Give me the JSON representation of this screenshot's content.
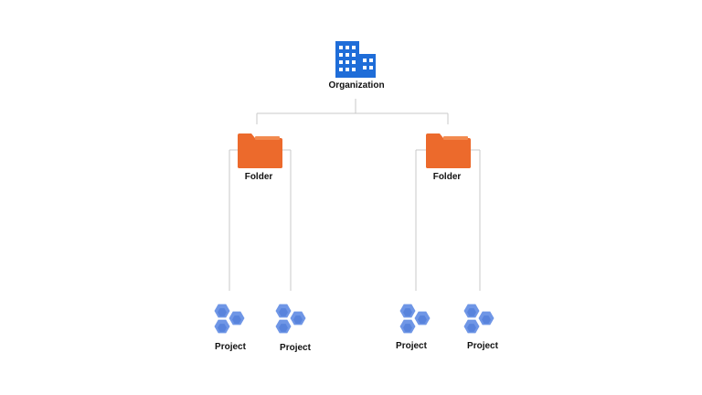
{
  "colors": {
    "connector": "#c9c9c9",
    "organization_icon": "#1f6dd8",
    "folder_icon": "#ec6a2c",
    "folder_tab": "#f28a4f",
    "project_icon": "#6f96e6",
    "project_icon_dark": "#4675d4",
    "label_text": "#111111"
  },
  "organization": {
    "label": "Organization",
    "icon": "building-icon"
  },
  "folders": [
    {
      "label": "Folder",
      "icon": "folder-icon",
      "projects": [
        {
          "label": "Project",
          "icon": "hexagon-cluster-icon"
        },
        {
          "label": "Project",
          "icon": "hexagon-cluster-icon"
        }
      ]
    },
    {
      "label": "Folder",
      "icon": "folder-icon",
      "projects": [
        {
          "label": "Project",
          "icon": "hexagon-cluster-icon"
        },
        {
          "label": "Project",
          "icon": "hexagon-cluster-icon"
        }
      ]
    }
  ]
}
